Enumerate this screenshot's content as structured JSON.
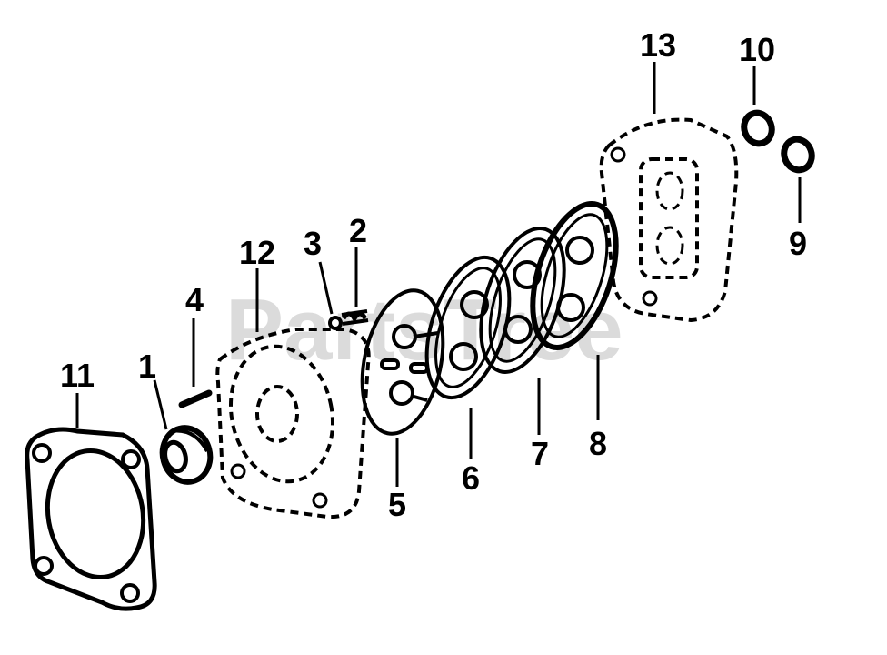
{
  "watermark": "PartsTree",
  "callouts": [
    {
      "id": "1",
      "text": "1"
    },
    {
      "id": "2",
      "text": "2"
    },
    {
      "id": "3",
      "text": "3"
    },
    {
      "id": "4",
      "text": "4"
    },
    {
      "id": "5",
      "text": "5"
    },
    {
      "id": "6",
      "text": "6"
    },
    {
      "id": "7",
      "text": "7"
    },
    {
      "id": "8",
      "text": "8"
    },
    {
      "id": "9",
      "text": "9"
    },
    {
      "id": "10",
      "text": "10"
    },
    {
      "id": "11",
      "text": "11"
    },
    {
      "id": "12",
      "text": "12"
    },
    {
      "id": "13",
      "text": "13"
    }
  ]
}
